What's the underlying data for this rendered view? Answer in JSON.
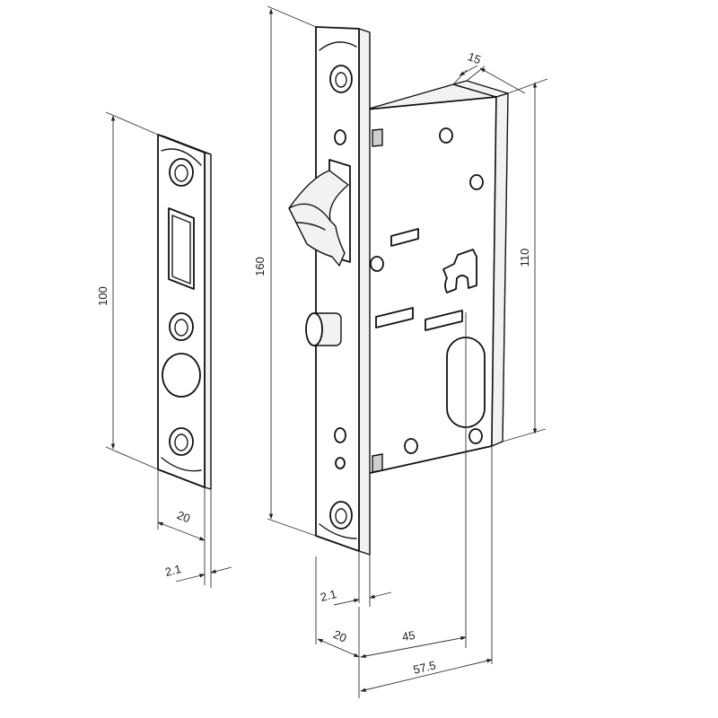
{
  "strike_plate": {
    "dim_height": "100",
    "dim_width": "20",
    "dim_thickness": "2.1"
  },
  "lock_body": {
    "dim_faceplate_height": "160",
    "dim_case_height": "110",
    "dim_case_depth_offset": "15",
    "dim_thickness": "2.1",
    "dim_faceplate_width": "20",
    "dim_backset": "45",
    "dim_total_depth": "57.5"
  }
}
